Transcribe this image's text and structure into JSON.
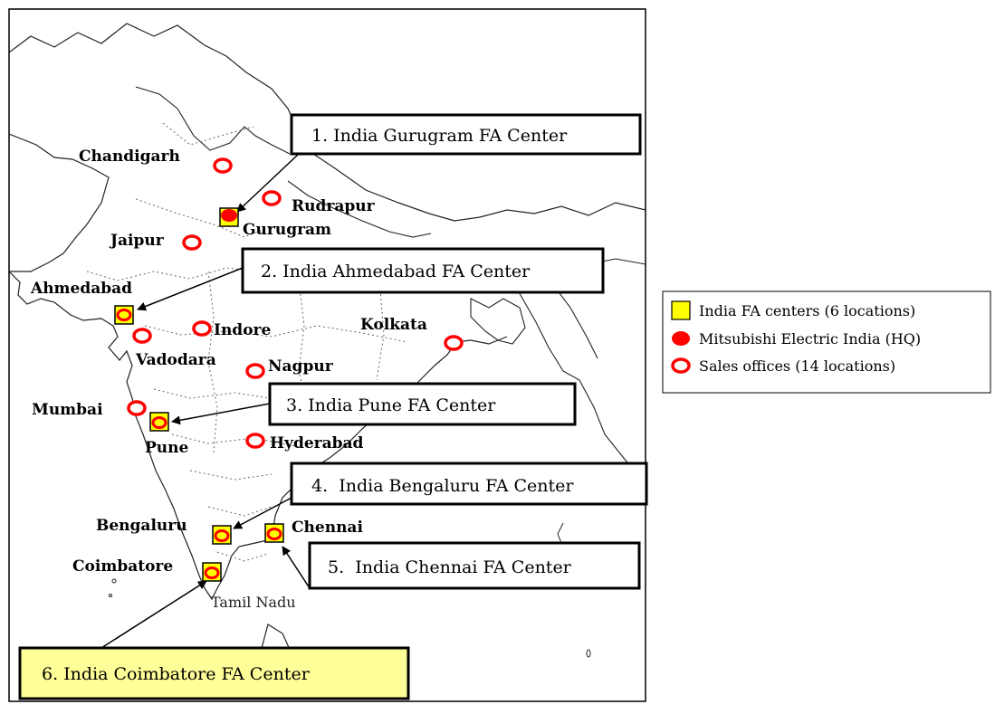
{
  "map": {
    "cities": {
      "chandigarh": "Chandigarh",
      "rudrapur": "Rudrapur",
      "gurugram": "Gurugram",
      "jaipur": "Jaipur",
      "ahmedabad": "Ahmedabad",
      "indore": "Indore",
      "kolkata": "Kolkata",
      "vadodara": "Vadodara",
      "nagpur": "Nagpur",
      "mumbai": "Mumbai",
      "pune": "Pune",
      "hyderabad": "Hyderabad",
      "bengaluru": "Bengaluru",
      "chennai": "Chennai",
      "coimbatore": "Coimbatore"
    },
    "region_label": "Tamil Nadu"
  },
  "callouts": {
    "gurugram": "1. India Gurugram FA Center",
    "ahmedabad": "2. India Ahmedabad FA Center",
    "pune": "3. India Pune FA Center",
    "bengaluru": "4.  India Bengaluru FA Center",
    "chennai": "5.  India Chennai FA Center",
    "coimbatore": "6. India Coimbatore FA Center"
  },
  "legend": {
    "fa_centers": "India FA centers (6 locations)",
    "hq": "Mitsubishi Electric India (HQ)",
    "sales_offices": "Sales offices (14 locations)"
  },
  "colors": {
    "fa_center_fill": "#ffff00",
    "marker_red": "#ff0000",
    "callout_highlight": "#ffff99"
  }
}
